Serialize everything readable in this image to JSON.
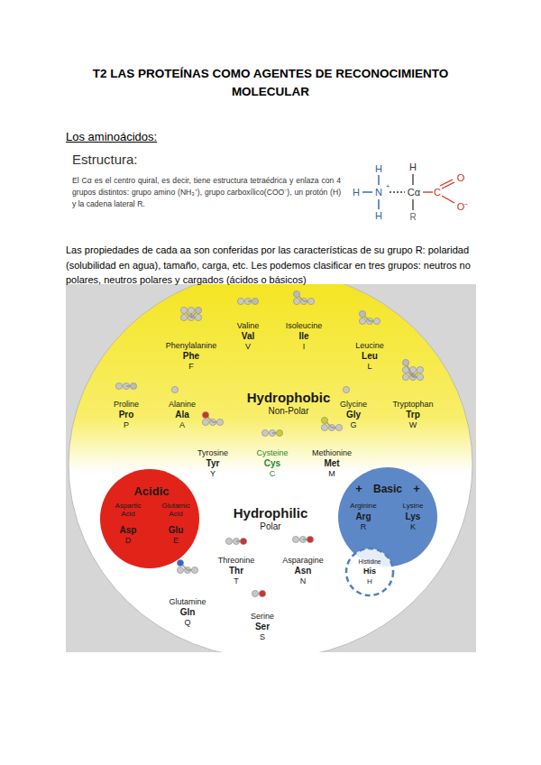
{
  "diagram": {
    "title": "T2 LAS PROTEÍNAS COMO AGENTES DE RECONOCIMIENTO MOLECULAR",
    "nodes": [
      {
        "text": [
          "Phenylalanine",
          "Phe",
          "F",
          "Valine",
          "Val",
          "V",
          "Isoleucine",
          "Ile",
          "I",
          "Leucine",
          "Leu",
          "L",
          "Proline",
          "Pro",
          "P",
          "Alanine",
          "Ala",
          "A",
          "Hydrophobic",
          "Non-Polar",
          "Glycine",
          "Gly",
          "G",
          "Tryptophan",
          "Trp",
          "W",
          "Tyrosine",
          "Tyr",
          "Y",
          "Cysteine",
          "Cys",
          "C",
          "Methionine",
          "Met",
          "M",
          "Hydrophilic",
          "Polar",
          "Threonine",
          "Thr",
          "T",
          "Asparagine",
          "Asn",
          "N",
          "Glutamine",
          "Gln",
          "Q",
          "Serine",
          "Ser",
          "S"
        ]
      },
      {
        "text": [
          "Acidic",
          "Aspartic Acid",
          "Asp",
          "D",
          "Glutamic Acid",
          "Glu",
          "E"
        ],
        "in": 0
      },
      {
        "text": [
          "+",
          "Basic",
          "+",
          "Arginine",
          "Arg",
          "R",
          "Lysine",
          "Lys",
          "K"
        ],
        "in": 0
      },
      {
        "text": [
          "Histidine",
          "His",
          "H"
        ],
        "in": 0
      }
    ],
    "labels": [
      "Los aminoácidos:",
      "Estructura:",
      "El Cα es el centro quiral, es decir, tiene estructura tetraédrica y enlaza con 4 grupos distintos: grupo amino (NH₃⁺), grupo carboxílico(COO⁻), un protón (H) y la cadena lateral R.",
      "H",
      "H",
      "N",
      "+",
      "H",
      "H",
      "Cα",
      "C",
      "O",
      "O⁻",
      "R",
      "Las propiedades de cada aa son conferidas por las características de su grupo R: polaridad (solubilidad en agua), tamaño, carga, etc. Les podemos clasificar en tres grupos: neutros no polares, neutros polares y cargados (ácidos o básicos)"
    ]
  }
}
